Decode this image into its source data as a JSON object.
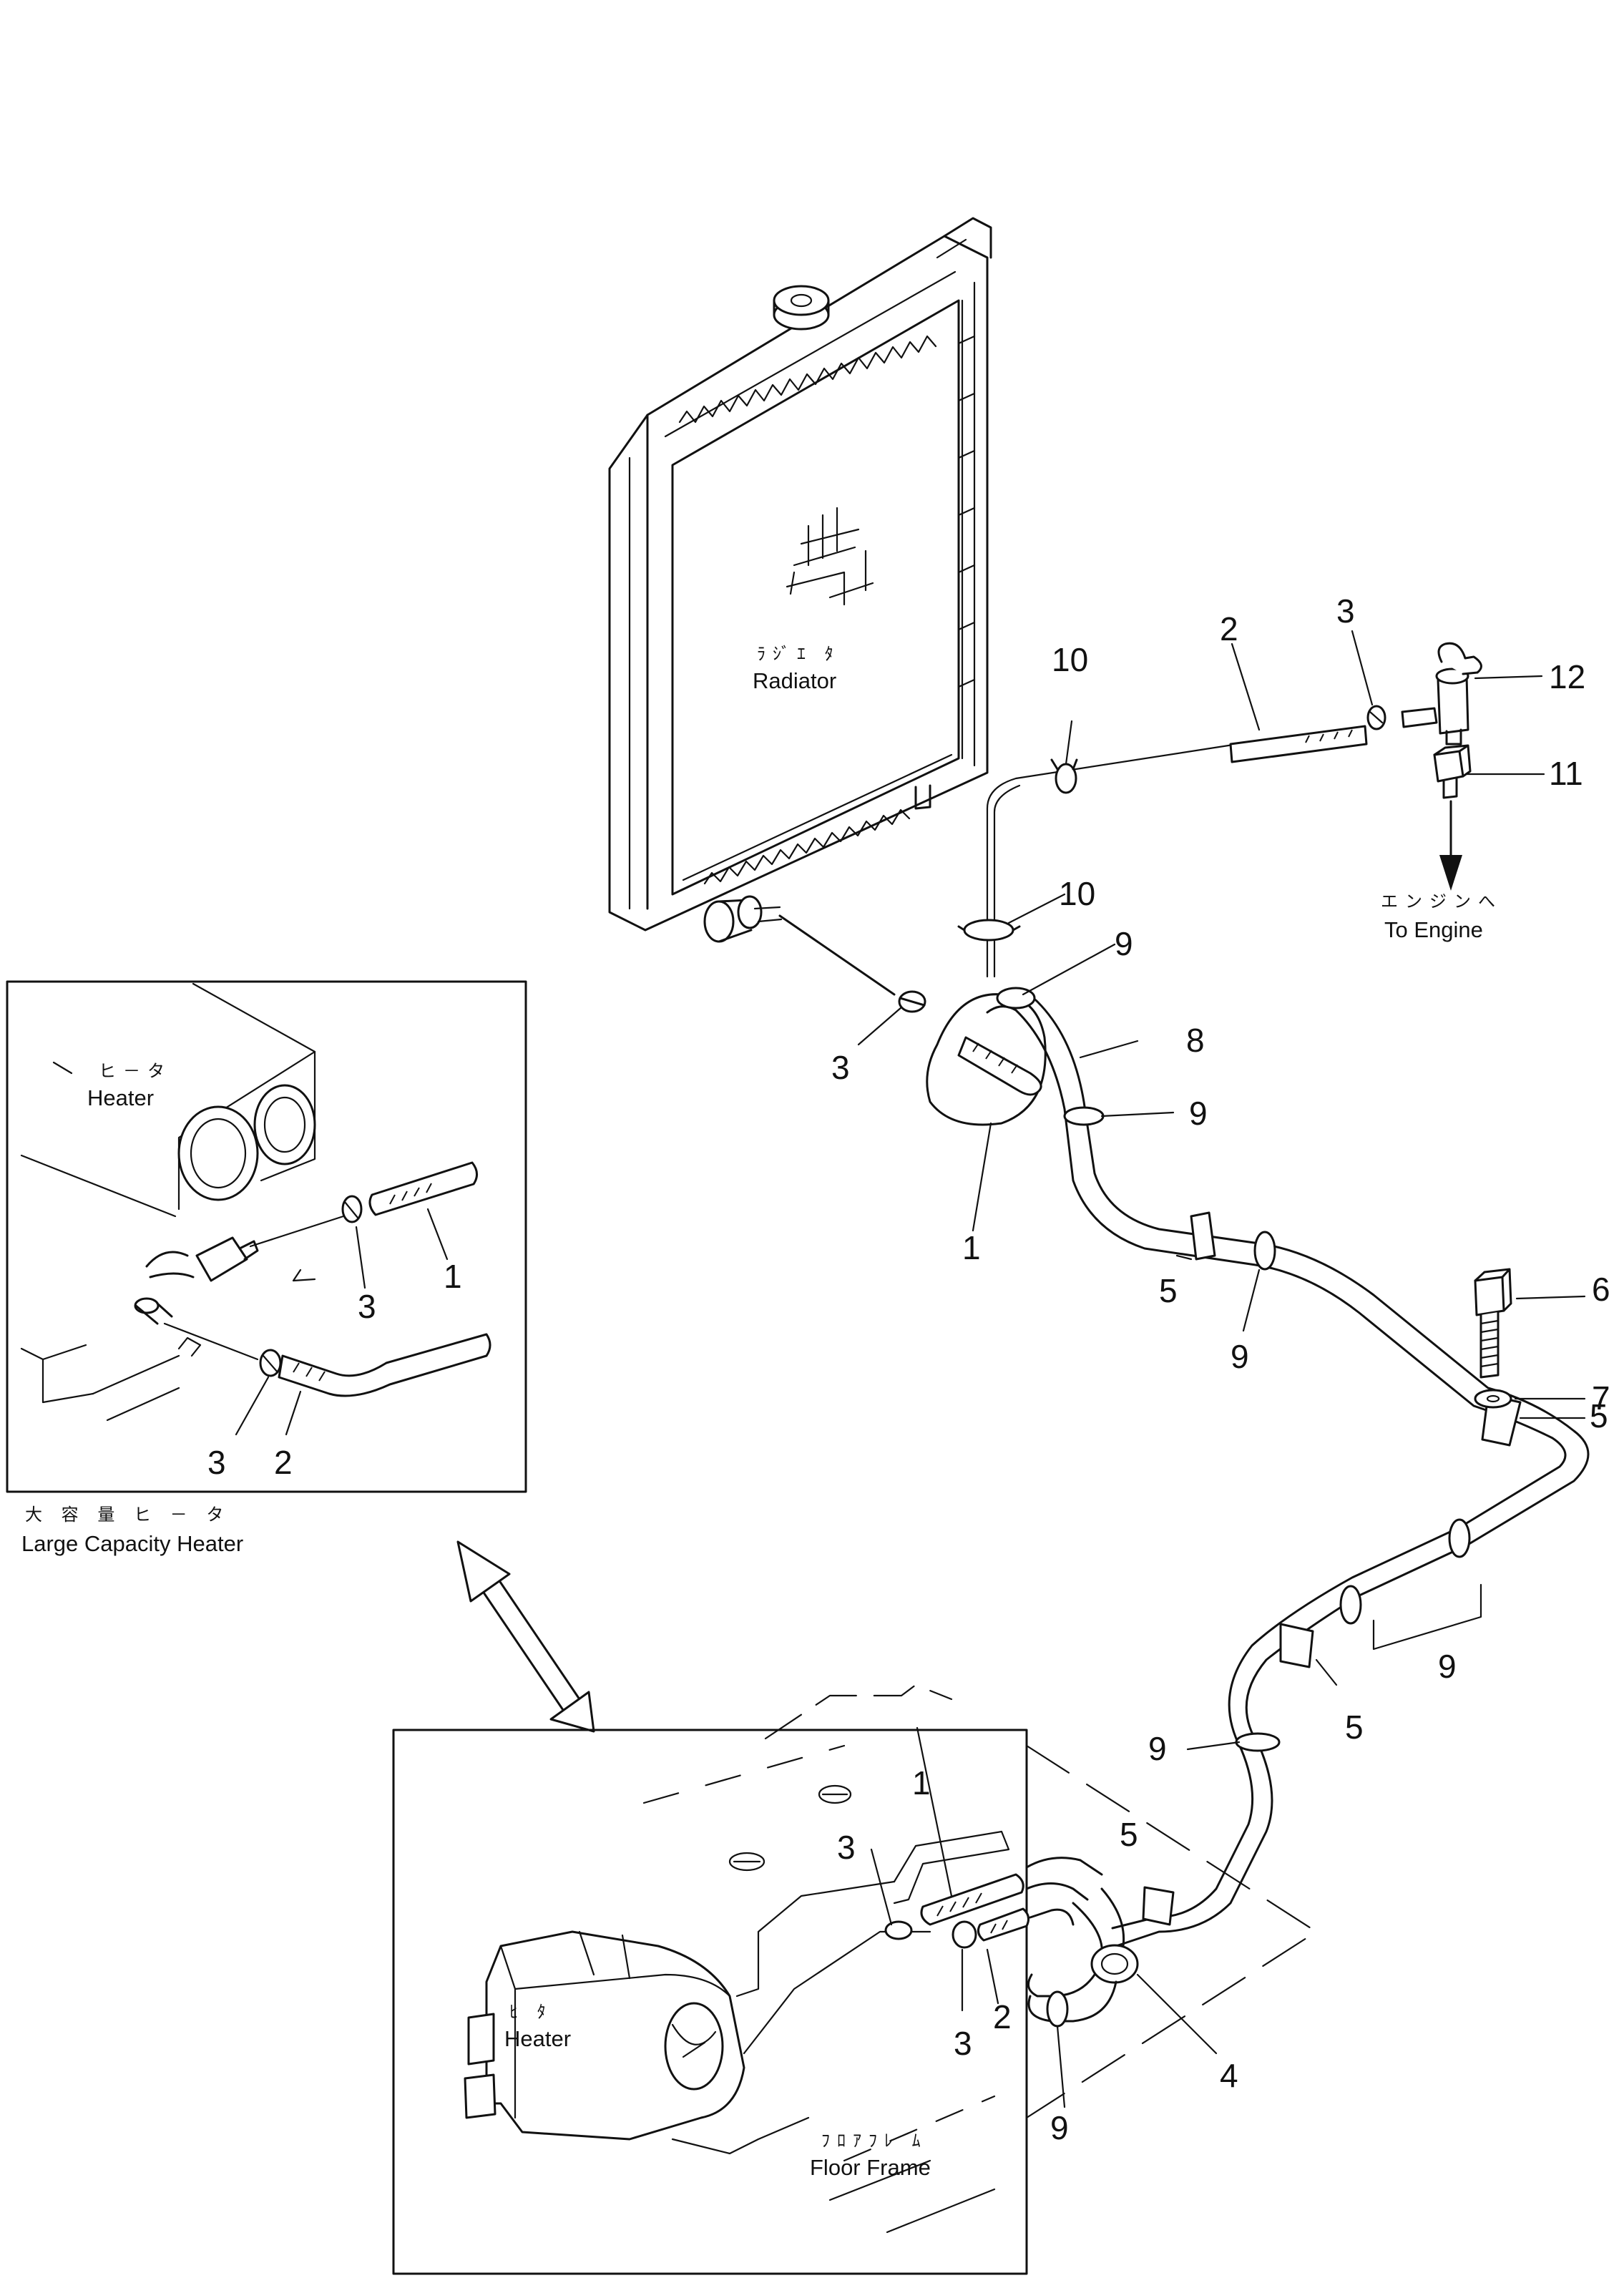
{
  "labels": {
    "radiator_jp": "ﾗｼﾞｴ ﾀ",
    "radiator": "Radiator",
    "to_engine_jp": "エンジンへ",
    "to_engine": "To Engine",
    "heater_jp": "ヒ－タ",
    "heater": "Heater",
    "large_capacity_heater_jp": "大 容 量 ヒ － タ",
    "large_capacity_heater": "Large Capacity Heater",
    "floor_frame_jp": "ﾌﾛｱﾌﾚ ﾑ",
    "floor_frame": "Floor Frame",
    "heater_bottom_jp": "ﾋ ﾀ",
    "heater_bottom": "Heater"
  },
  "callouts": {
    "main_1": "1",
    "main_2": "2",
    "main_3a": "3",
    "main_3b": "3",
    "main_4": "4",
    "main_5a": "5",
    "main_5b": "5",
    "main_5c": "5",
    "main_5d": "5",
    "main_6": "6",
    "main_7": "7",
    "main_8": "8",
    "main_9a": "9",
    "main_9b": "9",
    "main_9c": "9",
    "main_9d": "9",
    "main_9e": "9",
    "main_9f": "9",
    "main_10a": "10",
    "main_10b": "10",
    "main_11": "11",
    "main_12": "12",
    "inset_1": "1",
    "inset_2": "2",
    "inset_3a": "3",
    "inset_3b": "3",
    "floor_1": "1",
    "floor_2": "2",
    "floor_3a": "3",
    "floor_3b": "3"
  }
}
